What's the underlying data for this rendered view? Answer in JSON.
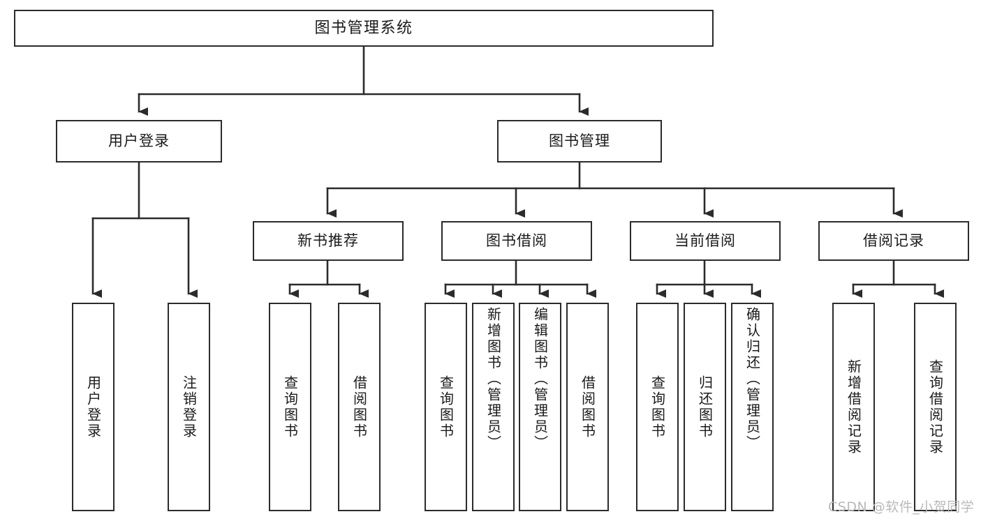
{
  "diagram": {
    "type": "tree",
    "title": "图书管理系统",
    "root": {
      "label": "图书管理系统"
    },
    "level2": [
      {
        "label": "用户登录"
      },
      {
        "label": "图书管理"
      }
    ],
    "level3": [
      {
        "label": "新书推荐"
      },
      {
        "label": "图书借阅"
      },
      {
        "label": "当前借阅"
      },
      {
        "label": "借阅记录"
      }
    ],
    "leaves_user_login": [
      {
        "label": "用户登录"
      },
      {
        "label": "注销登录"
      }
    ],
    "leaves_new_book": [
      {
        "label": "查询图书"
      },
      {
        "label": "借阅图书"
      }
    ],
    "leaves_borrow": [
      {
        "label": "查询图书"
      },
      {
        "label": "新增图书（管理员）"
      },
      {
        "label": "编辑图书（管理员）"
      },
      {
        "label": "借阅图书"
      }
    ],
    "leaves_current": [
      {
        "label": "查询图书"
      },
      {
        "label": "归还图书"
      },
      {
        "label": "确认归还（管理员）"
      }
    ],
    "leaves_records": [
      {
        "label": "新增借阅记录"
      },
      {
        "label": "查询借阅记录"
      }
    ]
  },
  "watermark": {
    "text": "CSDN @软件_小贺同学"
  },
  "colors": {
    "box_border": "#2b2b2b",
    "box_fill": "#ffffff",
    "text": "#1a1a1a",
    "connector": "#2b2b2b",
    "watermark": "#b9b9b9",
    "background": "#ffffff"
  }
}
